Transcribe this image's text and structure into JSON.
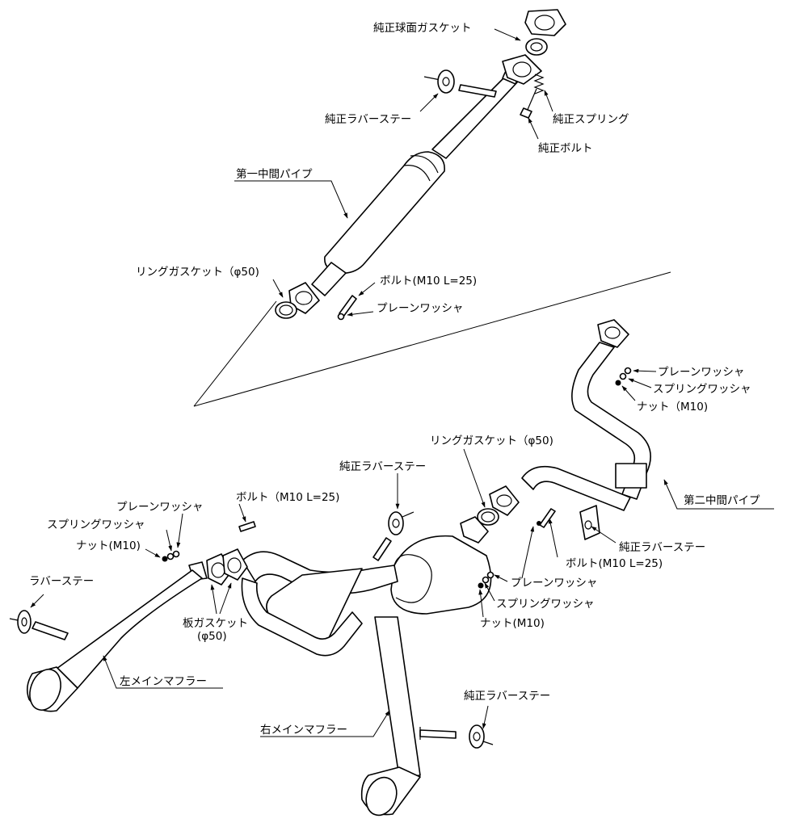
{
  "labels": {
    "genuine_spherical_gasket": "純正球面ガスケット",
    "genuine_rubber_stay_top": "純正ラバーステー",
    "genuine_spring": "純正スプリング",
    "genuine_bolt": "純正ボルト",
    "first_mid_pipe": "第一中間パイプ",
    "ring_gasket_top": "リングガスケット（φ50)",
    "bolt_top": "ボルト(M10 L=25)",
    "plain_washer_top": "プレーンワッシャ",
    "plain_washer_right": "プレーンワッシャ",
    "spring_washer_right": "スプリングワッシャ",
    "nut_right": "ナット（M10)",
    "ring_gasket_mid": "リングガスケット（φ50)",
    "genuine_rubber_stay_center": "純正ラバーステー",
    "second_mid_pipe": "第二中間パイプ",
    "plain_washer_left": "プレーンワッシャ",
    "bolt_left": "ボルト（M10 L=25)",
    "spring_washer_left": "スプリングワッシャ",
    "nut_left": "ナット(M10)",
    "rubber_stay_left": "ラバーステー",
    "genuine_rubber_stay_right": "純正ラバーステー",
    "bolt_right": "ボルト(M10 L=25)",
    "plain_washer_center": "プレーンワッシャ",
    "plate_gasket": "板ガスケット",
    "plate_gasket_size": "(φ50)",
    "spring_washer_center": "スプリングワッシャ",
    "nut_center": "ナット(M10)",
    "left_main_muffler": "左メインマフラー",
    "genuine_rubber_stay_bottom": "純正ラバーステー",
    "right_main_muffler": "右メインマフラー"
  }
}
